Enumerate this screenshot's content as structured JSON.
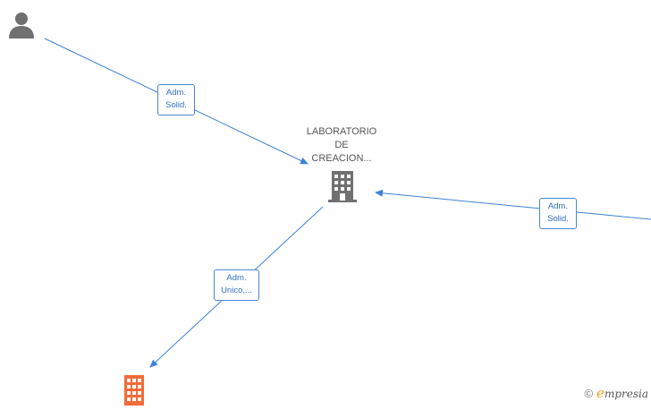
{
  "nodes": {
    "center_company": {
      "label_lines": [
        "LABORATORIO",
        "DE",
        "CREACION..."
      ],
      "icon": "building-icon",
      "color": "#707070"
    },
    "top_person": {
      "icon": "person-icon",
      "color": "#707070"
    },
    "bottom_company": {
      "icon": "building-icon",
      "color": "#f26b3a"
    }
  },
  "edges": {
    "top_left": {
      "label_lines": [
        "Adm.",
        "Solid."
      ]
    },
    "right": {
      "label_lines": [
        "Adm.",
        "Solid."
      ]
    },
    "bottom_left": {
      "label_lines": [
        "Adm.",
        "Unico,..."
      ]
    }
  },
  "colors": {
    "edge": "#3d82d6"
  },
  "watermark": {
    "symbol": "©",
    "brand_initial": "e",
    "brand_rest": "mpresia"
  }
}
